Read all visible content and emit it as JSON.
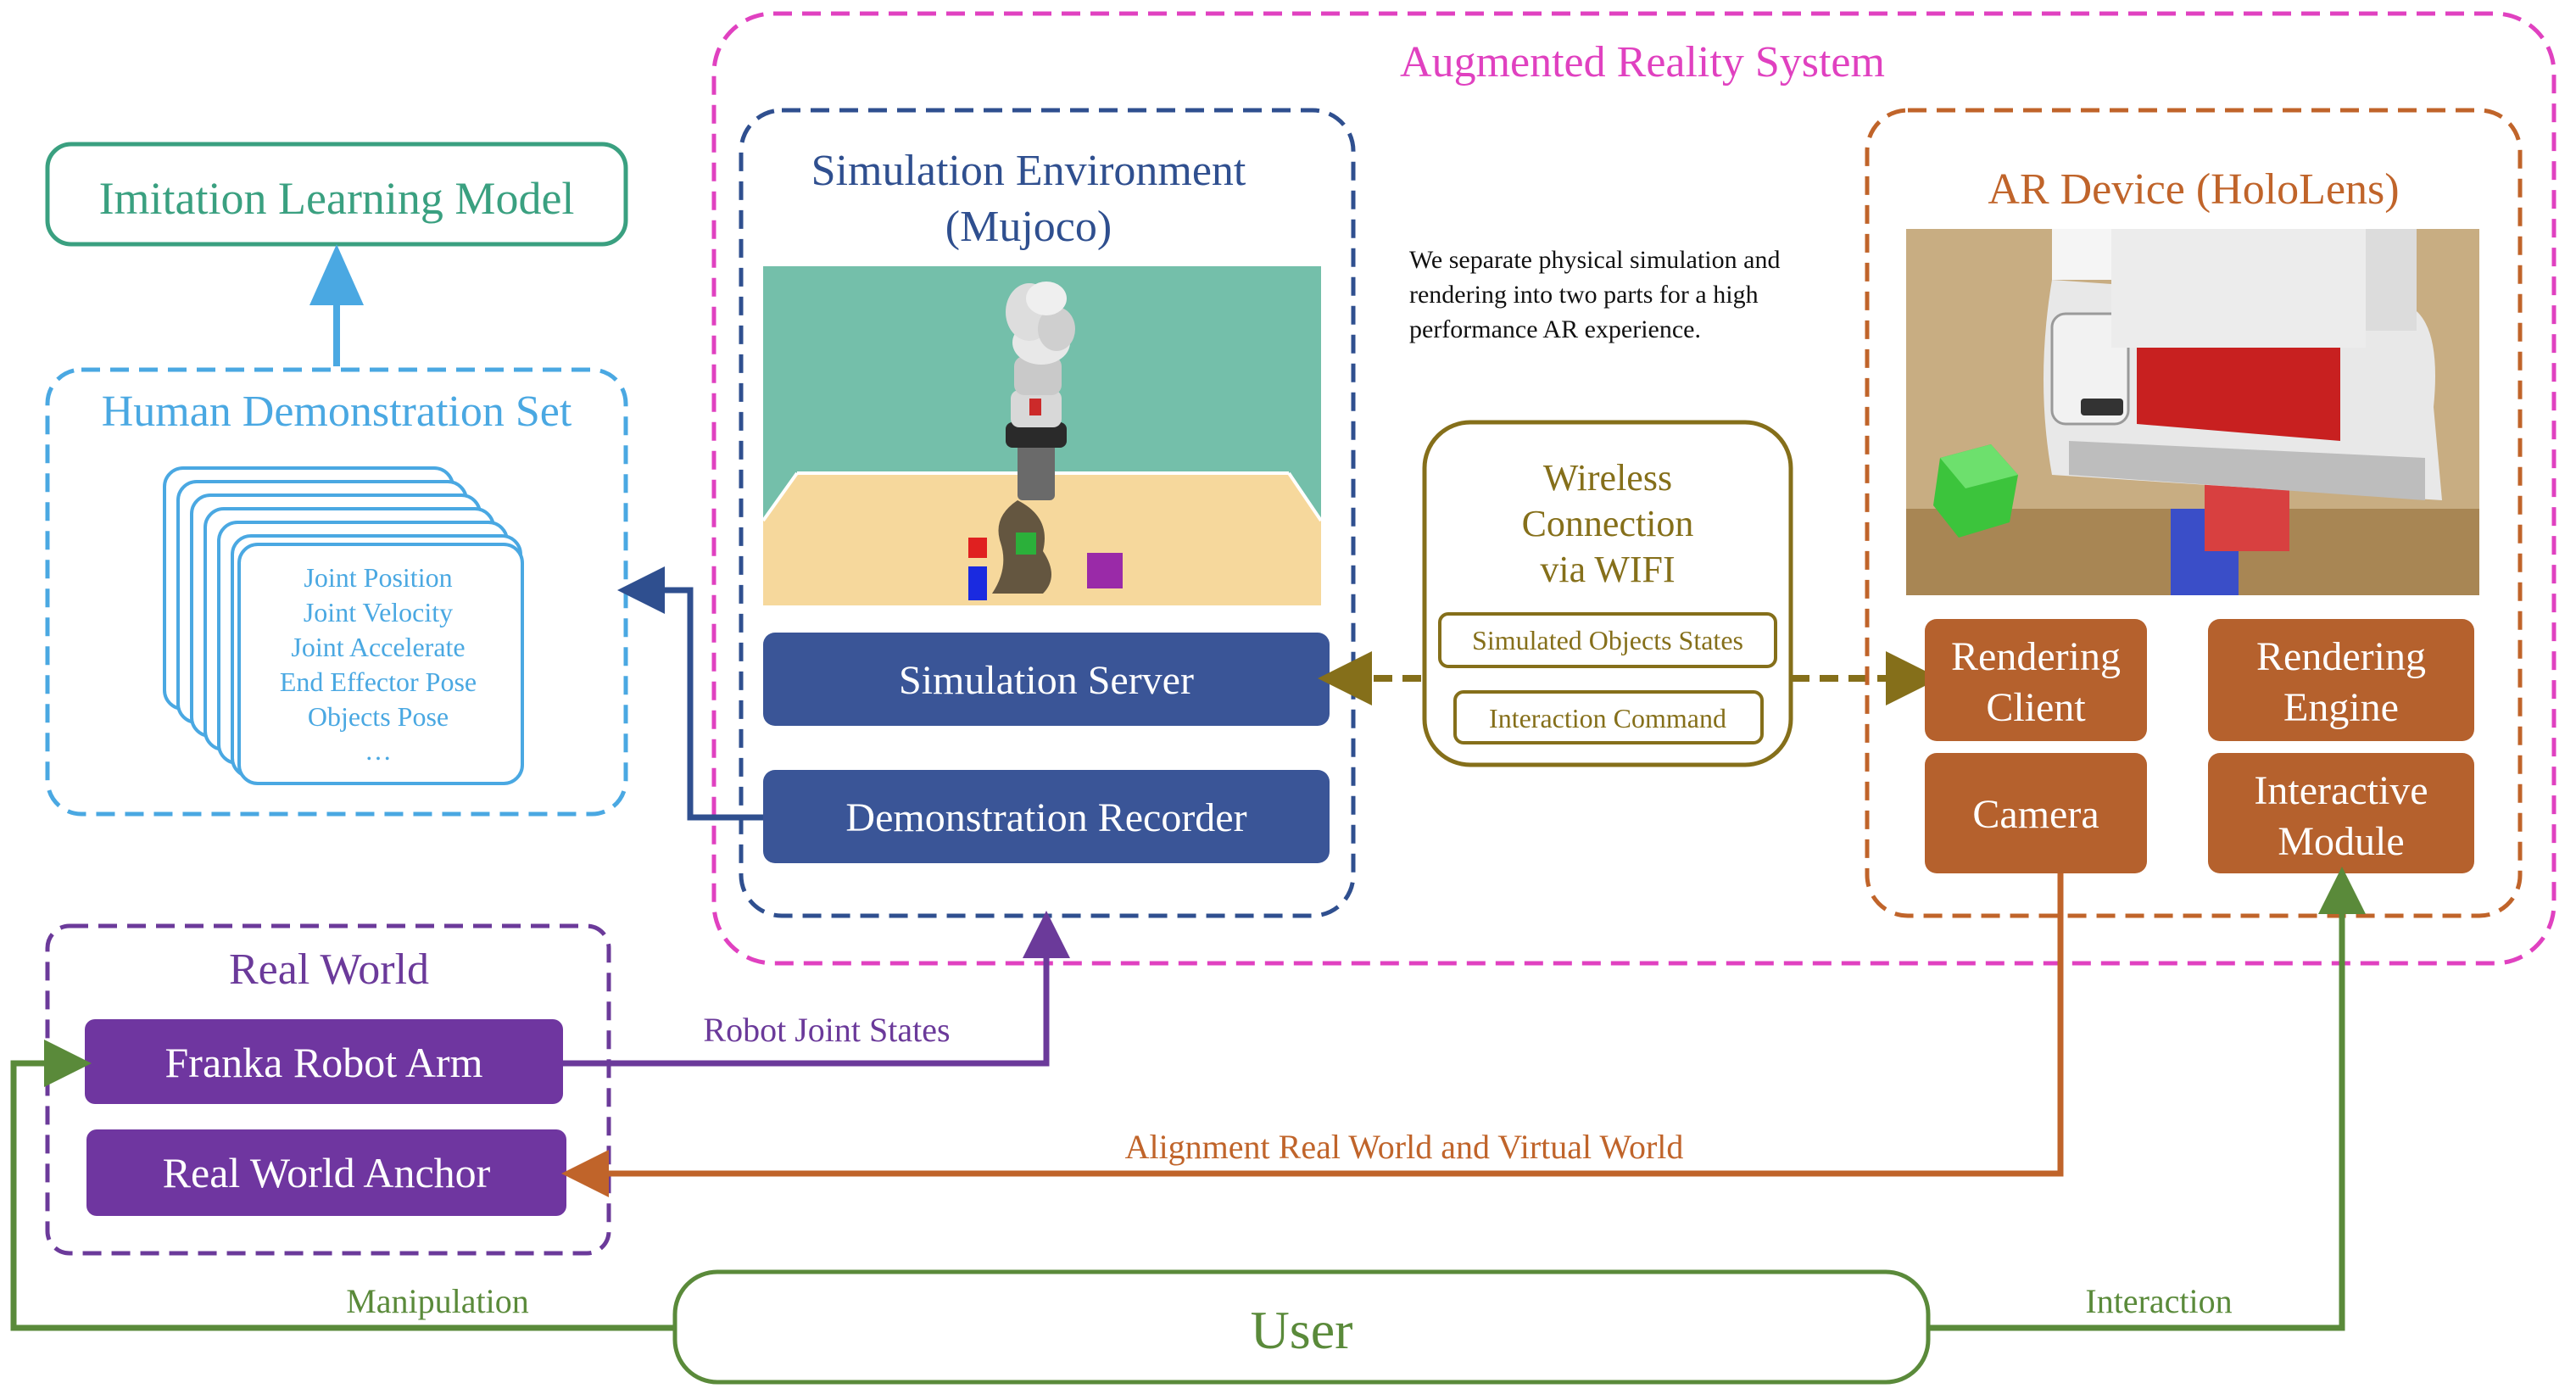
{
  "colors": {
    "ar_system": "#e041c0",
    "simulation": "#2f4f8f",
    "ar_device": "#c0642a",
    "ar_device_fill": "#b5612d",
    "sim_button": "#3a5597",
    "real_world": "#6b3a9a",
    "real_world_fill": "#6f36a0",
    "imitation": "#3aa080",
    "demo_set": "#4aa8e2",
    "wireless": "#856f1a",
    "user": "#5a8a3a"
  },
  "ar_system": {
    "title": "Augmented Reality System"
  },
  "imitation_model": {
    "label": "Imitation Learning Model"
  },
  "demo_set": {
    "title": "Human Demonstration Set",
    "items": [
      "Joint Position",
      "Joint Velocity",
      "Joint Accelerate",
      "End Effector Pose",
      "Objects Pose",
      "…"
    ]
  },
  "simulation": {
    "title_line1": "Simulation Environment",
    "title_line2": "(Mujoco)",
    "server": "Simulation Server",
    "recorder": "Demonstration Recorder"
  },
  "note": "We separate physical simulation and rendering into two parts for a high performance AR experience.",
  "wireless": {
    "line1": "Wireless",
    "line2": "Connection",
    "line3": "via WIFI",
    "states": "Simulated Objects States",
    "command": "Interaction Command"
  },
  "ar_device": {
    "title": "AR Device (HoloLens)",
    "rendering_client": [
      "Rendering",
      "Client"
    ],
    "rendering_engine": [
      "Rendering",
      "Engine"
    ],
    "camera": "Camera",
    "interactive_module": [
      "Interactive",
      "Module"
    ]
  },
  "real_world": {
    "title": "Real World",
    "robot_arm": "Franka Robot Arm",
    "anchor": "Real World Anchor"
  },
  "edges": {
    "robot_joint_states": "Robot Joint States",
    "alignment": "Alignment Real World and Virtual World",
    "manipulation": "Manipulation",
    "interaction": "Interaction"
  },
  "user": {
    "label": "User"
  }
}
